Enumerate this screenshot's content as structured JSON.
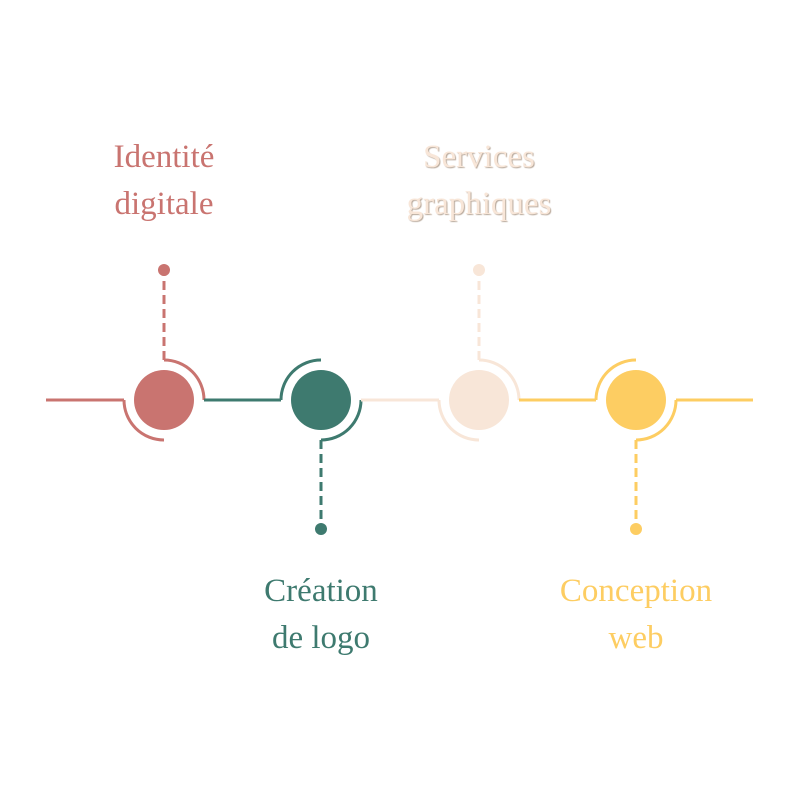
{
  "steps": [
    {
      "title_line1": "Identité",
      "title_line2": "digitale",
      "color": "#c97470",
      "position": "top"
    },
    {
      "title_line1": "Création",
      "title_line2": "de logo",
      "color": "#3e7a6f",
      "position": "bottom"
    },
    {
      "title_line1": "Services",
      "title_line2": "graphiques",
      "color": "#f8e6d8",
      "position": "top"
    },
    {
      "title_line1": "Conception",
      "title_line2": "web",
      "color": "#fdcd62",
      "position": "bottom"
    }
  ]
}
